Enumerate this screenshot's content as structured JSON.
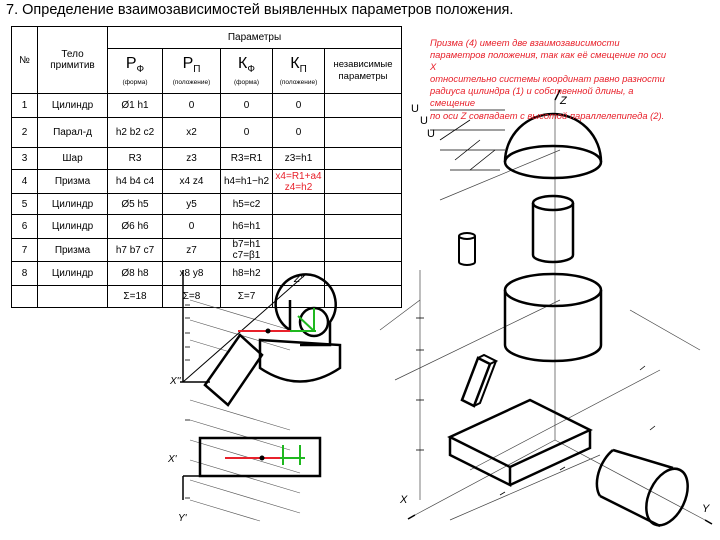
{
  "title": "7. Определение взаимозависимостей  выявленных параметров положения.",
  "table": {
    "col_num": "№",
    "col_body": "Тело примитив",
    "col_params": "Параметры",
    "params": [
      {
        "sym": "Р",
        "sub": "Ф",
        "caption": "(форма)"
      },
      {
        "sym": "Р",
        "sub": "П",
        "caption": "(положение)"
      },
      {
        "sym": "К",
        "sub": "Ф",
        "caption": "(форма)"
      },
      {
        "sym": "К",
        "sub": "П",
        "caption": "(положение)"
      }
    ],
    "col_indep": "независимые параметры",
    "rows": [
      {
        "n": "1",
        "body": "Цилиндр",
        "pf": "Ø1 h1",
        "pp": "0",
        "kf": "0",
        "kp": "0"
      },
      {
        "n": "2",
        "body": "Парал-д",
        "pf": "h2 b2 c2",
        "pp": "x2",
        "kf": "0",
        "kp": "0"
      },
      {
        "n": "3",
        "body": "Шар",
        "pf": "R3",
        "pp": "z3",
        "kf": "R3=R1",
        "kp": "z3=h1"
      },
      {
        "n": "4",
        "body": "Призма",
        "pf": "h4 b4 c4",
        "pp": "x4 z4",
        "kf": "h4=h1−h2",
        "kp_line1": "x4=R1+a4",
        "kp_line2": "z4=h2"
      },
      {
        "n": "5",
        "body": "Цилиндр",
        "pf": "Ø5 h5",
        "pp": "y5",
        "kf": "h5=c2",
        "kp": ""
      },
      {
        "n": "6",
        "body": "Цилиндр",
        "pf": "Ø6 h6",
        "pp": "0",
        "kf": "h6=h1",
        "kp": ""
      },
      {
        "n": "7",
        "body": "Призма",
        "pf": "h7 b7 c7",
        "pp": "z7",
        "kf": "b7=h1   c7=β1",
        "kp": ""
      },
      {
        "n": "8",
        "body": "Цилиндр",
        "pf": "Ø8 h8",
        "pp": "x8 y8",
        "kf": "h8=h2",
        "kp": ""
      }
    ],
    "totals": {
      "pf": "Σ=18",
      "pp": "Σ=8",
      "kf": "Σ=7"
    }
  },
  "note": [
    "Призма (4) имеет две взаимозависимости",
    "параметров положения, так как её смещение  по оси",
    "Х",
    "относительно системы координат равно разности",
    "радиуса цилиндра  (1)  и собственной длины, а",
    "смещение",
    "по оси Z совпадает с высотой параллелепипеда (2)."
  ],
  "union_symbols": [
    "U",
    "U",
    "U"
  ],
  "axis_labels": {
    "z_iso": "Z",
    "z2": "Z''",
    "x2": "X''",
    "x1": "X'",
    "y1": "Y'",
    "x_iso": "X",
    "y_iso": "Y"
  },
  "colors": {
    "red": "#e8212b",
    "green": "#1fb81f",
    "black": "#000000"
  }
}
